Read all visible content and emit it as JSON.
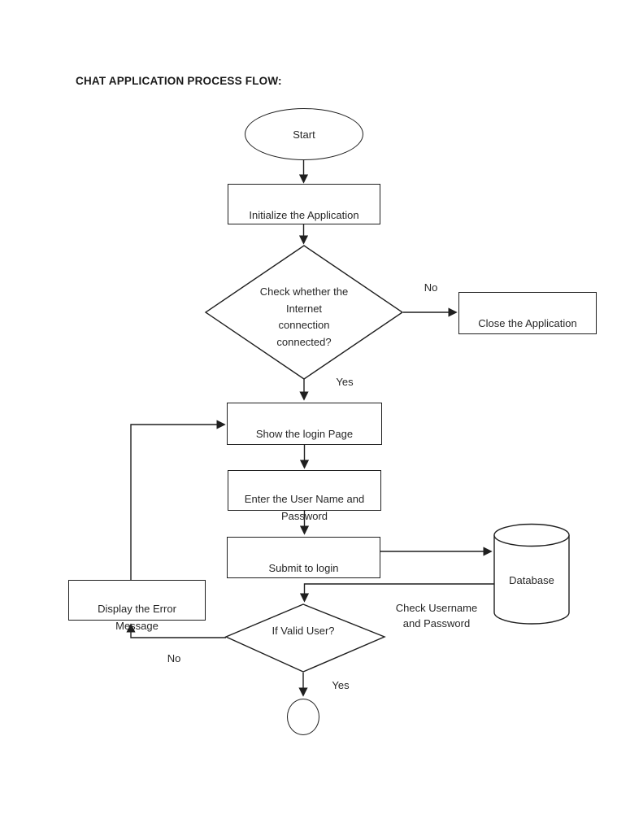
{
  "title": "CHAT APPLICATION PROCESS FLOW:",
  "nodes": {
    "start": {
      "label": "Start",
      "shape": "oval"
    },
    "initialize": {
      "label": "Initialize the Application",
      "shape": "rectangle"
    },
    "check_internet": {
      "label": "Check whether the\nInternet\nconnection\nconnected?",
      "shape": "diamond"
    },
    "close_app": {
      "label": "Close the Application",
      "shape": "rectangle"
    },
    "show_login": {
      "label": "Show the login Page",
      "shape": "rectangle"
    },
    "enter_credentials": {
      "label": "Enter the User Name and\nPassword",
      "shape": "rectangle"
    },
    "submit_login": {
      "label": "Submit to login",
      "shape": "rectangle"
    },
    "database": {
      "label": "Database",
      "shape": "cylinder"
    },
    "if_valid_user": {
      "label": "If Valid User?",
      "shape": "diamond"
    },
    "display_error": {
      "label": "Display the Error\nMessage",
      "shape": "rectangle"
    },
    "end": {
      "label": "",
      "shape": "oval"
    }
  },
  "edge_labels": {
    "internet_no": "No",
    "internet_yes": "Yes",
    "check_credentials": "Check Username\nand Password",
    "valid_no": "No",
    "valid_yes": "Yes"
  },
  "edges": [
    {
      "from": "start",
      "to": "initialize",
      "label": ""
    },
    {
      "from": "initialize",
      "to": "check_internet",
      "label": ""
    },
    {
      "from": "check_internet",
      "to": "close_app",
      "label": "No"
    },
    {
      "from": "check_internet",
      "to": "show_login",
      "label": "Yes"
    },
    {
      "from": "show_login",
      "to": "enter_credentials",
      "label": ""
    },
    {
      "from": "enter_credentials",
      "to": "submit_login",
      "label": ""
    },
    {
      "from": "submit_login",
      "to": "database",
      "label": ""
    },
    {
      "from": "database",
      "to": "if_valid_user",
      "label": "Check Username and Password"
    },
    {
      "from": "if_valid_user",
      "to": "display_error",
      "label": "No"
    },
    {
      "from": "if_valid_user",
      "to": "end",
      "label": "Yes"
    },
    {
      "from": "display_error",
      "to": "show_login",
      "label": ""
    }
  ],
  "colors": {
    "line": "#1f1f1f",
    "text": "#262626",
    "background": "#ffffff"
  }
}
